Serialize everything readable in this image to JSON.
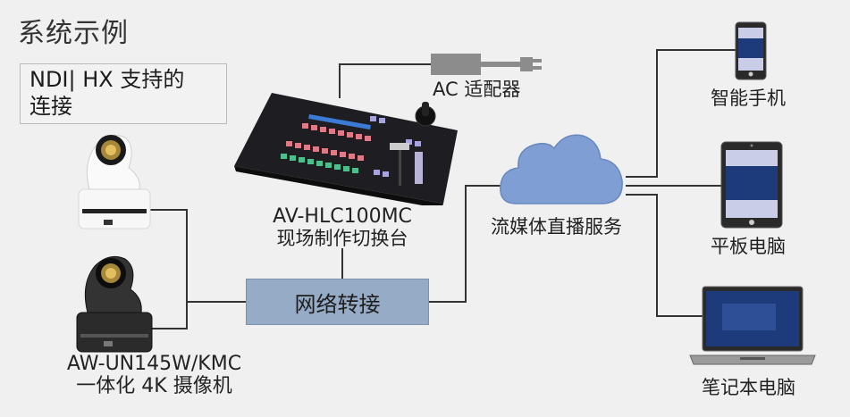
{
  "title": "系统示例",
  "legend": {
    "line1": "NDI| HX 支持的",
    "line2": "连接"
  },
  "nodes": {
    "cameras": {
      "model": "AW-UN145W/KMC",
      "description": "一体化 4K 摄像机",
      "variants": [
        "white-camera",
        "black-camera"
      ]
    },
    "switcher": {
      "model": "AV-HLC100MC",
      "description": "现场制作切换台"
    },
    "ac_adapter": {
      "label": "AC 适配器"
    },
    "network": {
      "label": "网络转接"
    },
    "cloud": {
      "label": "流媒体直播服务"
    },
    "devices": [
      {
        "label": "智能手机",
        "icon": "smartphone-icon"
      },
      {
        "label": "平板电脑",
        "icon": "tablet-icon"
      },
      {
        "label": "笔记本电脑",
        "icon": "laptop-icon"
      }
    ]
  },
  "colors": {
    "background": "#f0f0f0",
    "line": "#333333",
    "network_box": "#95abc6",
    "cloud": "#7f9fd4",
    "adapter": "#8c8c8c"
  }
}
